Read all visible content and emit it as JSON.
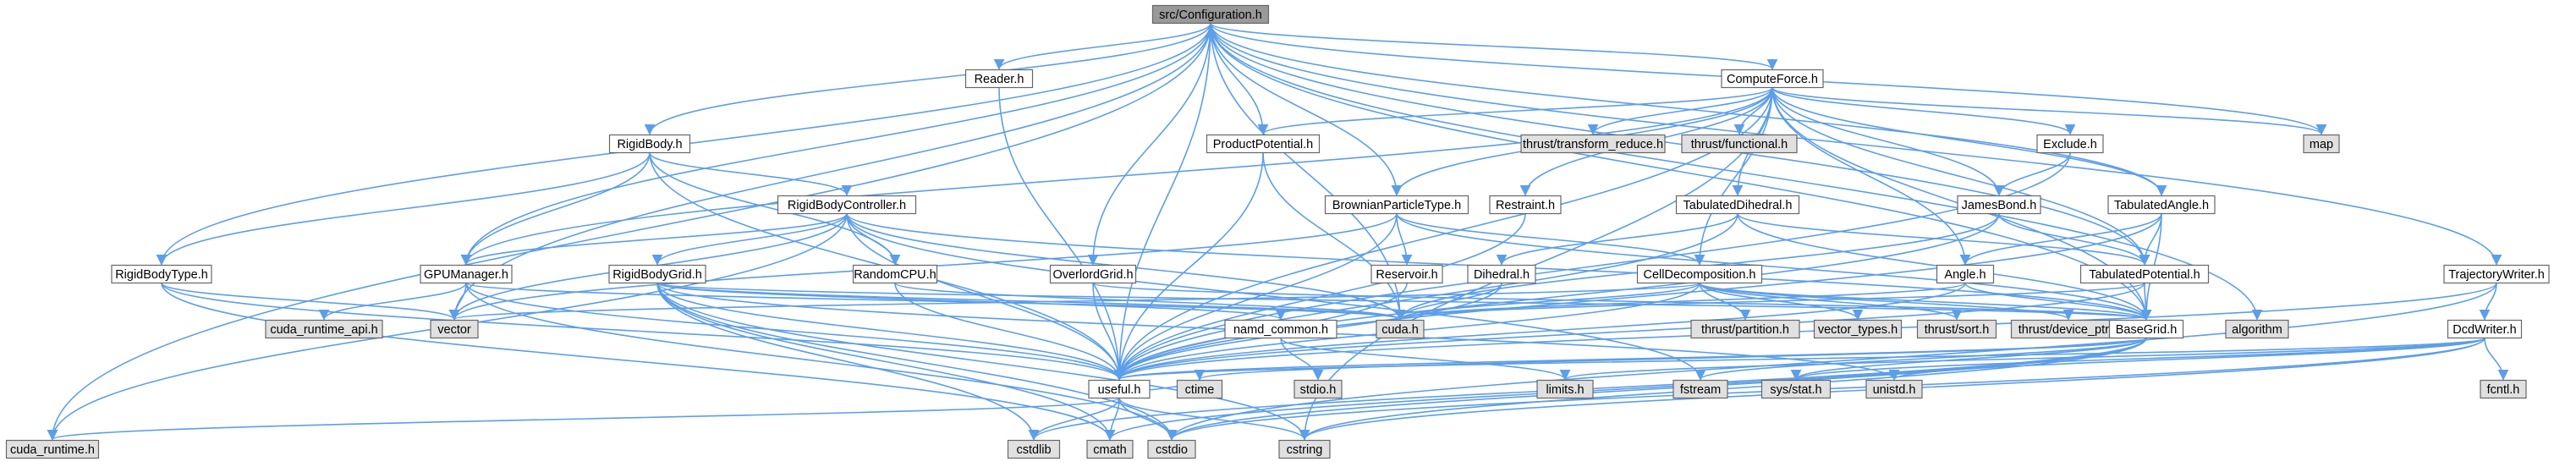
{
  "title": "src/Configuration.h",
  "colors": {
    "root_fill": "#999999",
    "documented_fill": "#ffffff",
    "external_fill": "#e0e0e0",
    "node_border": "#666666",
    "edge": "#5d9ee8"
  },
  "nodes": [
    {
      "id": "config",
      "label": "src/Configuration.h",
      "kind": "root"
    },
    {
      "id": "reader",
      "label": "Reader.h",
      "kind": "documented"
    },
    {
      "id": "computeforce",
      "label": "ComputeForce.h",
      "kind": "documented"
    },
    {
      "id": "rigidbody",
      "label": "RigidBody.h",
      "kind": "documented"
    },
    {
      "id": "productpotential",
      "label": "ProductPotential.h",
      "kind": "documented"
    },
    {
      "id": "thrust_transform_reduce",
      "label": "thrust/transform_reduce.h",
      "kind": "external"
    },
    {
      "id": "thrust_functional",
      "label": "thrust/functional.h",
      "kind": "external"
    },
    {
      "id": "exclude",
      "label": "Exclude.h",
      "kind": "documented"
    },
    {
      "id": "map",
      "label": "map",
      "kind": "external"
    },
    {
      "id": "rigidbodycontroller",
      "label": "RigidBodyController.h",
      "kind": "documented"
    },
    {
      "id": "brownianparticletype",
      "label": "BrownianParticleType.h",
      "kind": "documented"
    },
    {
      "id": "restraint",
      "label": "Restraint.h",
      "kind": "documented"
    },
    {
      "id": "tabulateddihedral",
      "label": "TabulatedDihedral.h",
      "kind": "documented"
    },
    {
      "id": "jamesbond",
      "label": "JamesBond.h",
      "kind": "documented"
    },
    {
      "id": "tabulatedangle",
      "label": "TabulatedAngle.h",
      "kind": "documented"
    },
    {
      "id": "rigidbodytype",
      "label": "RigidBodyType.h",
      "kind": "documented"
    },
    {
      "id": "gpumanager",
      "label": "GPUManager.h",
      "kind": "documented"
    },
    {
      "id": "rigidbodygrid",
      "label": "RigidBodyGrid.h",
      "kind": "documented"
    },
    {
      "id": "randomcpu",
      "label": "RandomCPU.h",
      "kind": "documented"
    },
    {
      "id": "overlordgrid",
      "label": "OverlordGrid.h",
      "kind": "documented"
    },
    {
      "id": "reservoir",
      "label": "Reservoir.h",
      "kind": "documented"
    },
    {
      "id": "dihedral",
      "label": "Dihedral.h",
      "kind": "documented"
    },
    {
      "id": "celldecomposition",
      "label": "CellDecomposition.h",
      "kind": "documented"
    },
    {
      "id": "angle",
      "label": "Angle.h",
      "kind": "documented"
    },
    {
      "id": "tabulatedpotential",
      "label": "TabulatedPotential.h",
      "kind": "documented"
    },
    {
      "id": "trajectorywriter",
      "label": "TrajectoryWriter.h",
      "kind": "documented"
    },
    {
      "id": "cuda_runtime_api",
      "label": "cuda_runtime_api.h",
      "kind": "external"
    },
    {
      "id": "vector",
      "label": "vector",
      "kind": "external"
    },
    {
      "id": "cuda",
      "label": "cuda.h",
      "kind": "external"
    },
    {
      "id": "thrust_partition",
      "label": "thrust/partition.h",
      "kind": "external"
    },
    {
      "id": "vector_types",
      "label": "vector_types.h",
      "kind": "external"
    },
    {
      "id": "thrust_sort",
      "label": "thrust/sort.h",
      "kind": "external"
    },
    {
      "id": "thrust_device_ptr",
      "label": "thrust/device_ptr.h",
      "kind": "external"
    },
    {
      "id": "algorithm",
      "label": "algorithm",
      "kind": "external"
    },
    {
      "id": "dcdwriter",
      "label": "DcdWriter.h",
      "kind": "documented"
    },
    {
      "id": "namd_common",
      "label": "namd_common.h",
      "kind": "documented"
    },
    {
      "id": "basegrid",
      "label": "BaseGrid.h",
      "kind": "documented"
    },
    {
      "id": "useful",
      "label": "useful.h",
      "kind": "documented"
    },
    {
      "id": "ctime",
      "label": "ctime",
      "kind": "external"
    },
    {
      "id": "stdio_h",
      "label": "stdio.h",
      "kind": "external"
    },
    {
      "id": "limits",
      "label": "limits.h",
      "kind": "external"
    },
    {
      "id": "fstream",
      "label": "fstream",
      "kind": "external"
    },
    {
      "id": "sys_stat",
      "label": "sys/stat.h",
      "kind": "external"
    },
    {
      "id": "unistd",
      "label": "unistd.h",
      "kind": "external"
    },
    {
      "id": "fcntl",
      "label": "fcntl.h",
      "kind": "external"
    },
    {
      "id": "cuda_runtime",
      "label": "cuda_runtime.h",
      "kind": "external"
    },
    {
      "id": "cstdlib",
      "label": "cstdlib",
      "kind": "external"
    },
    {
      "id": "cmath",
      "label": "cmath",
      "kind": "external"
    },
    {
      "id": "cstdio",
      "label": "cstdio",
      "kind": "external"
    },
    {
      "id": "cstring",
      "label": "cstring",
      "kind": "external"
    }
  ],
  "edges": [
    [
      "config",
      "reader"
    ],
    [
      "config",
      "computeforce"
    ],
    [
      "config",
      "rigidbody"
    ],
    [
      "config",
      "productpotential"
    ],
    [
      "config",
      "map"
    ],
    [
      "config",
      "brownianparticletype"
    ],
    [
      "config",
      "tabulatedangle"
    ],
    [
      "config",
      "tabulatedpotential"
    ],
    [
      "config",
      "trajectorywriter"
    ],
    [
      "config",
      "rigidbodytype"
    ],
    [
      "config",
      "gpumanager"
    ],
    [
      "config",
      "overlordgrid"
    ],
    [
      "config",
      "vector"
    ],
    [
      "config",
      "cuda"
    ],
    [
      "config",
      "algorithm"
    ],
    [
      "config",
      "basegrid"
    ],
    [
      "config",
      "useful"
    ],
    [
      "config",
      "cuda_runtime"
    ],
    [
      "reader",
      "useful"
    ],
    [
      "computeforce",
      "productpotential"
    ],
    [
      "computeforce",
      "thrust_transform_reduce"
    ],
    [
      "computeforce",
      "thrust_functional"
    ],
    [
      "computeforce",
      "exclude"
    ],
    [
      "computeforce",
      "map"
    ],
    [
      "computeforce",
      "brownianparticletype"
    ],
    [
      "computeforce",
      "restraint"
    ],
    [
      "computeforce",
      "tabulateddihedral"
    ],
    [
      "computeforce",
      "jamesbond"
    ],
    [
      "computeforce",
      "tabulatedangle"
    ],
    [
      "computeforce",
      "gpumanager"
    ],
    [
      "computeforce",
      "celldecomposition"
    ],
    [
      "computeforce",
      "angle"
    ],
    [
      "computeforce",
      "tabulatedpotential"
    ],
    [
      "computeforce",
      "basegrid"
    ],
    [
      "computeforce",
      "useful"
    ],
    [
      "computeforce",
      "cstring"
    ],
    [
      "rigidbody",
      "rigidbodycontroller"
    ],
    [
      "rigidbody",
      "rigidbodytype"
    ],
    [
      "rigidbody",
      "gpumanager"
    ],
    [
      "rigidbody",
      "randomcpu"
    ],
    [
      "rigidbody",
      "useful"
    ],
    [
      "productpotential",
      "cuda"
    ],
    [
      "productpotential",
      "useful"
    ],
    [
      "exclude",
      "jamesbond"
    ],
    [
      "exclude",
      "useful"
    ],
    [
      "rigidbodycontroller",
      "gpumanager"
    ],
    [
      "rigidbodycontroller",
      "rigidbodygrid"
    ],
    [
      "rigidbodycontroller",
      "randomcpu"
    ],
    [
      "rigidbodycontroller",
      "vector"
    ],
    [
      "rigidbodycontroller",
      "cuda"
    ],
    [
      "rigidbodycontroller",
      "useful"
    ],
    [
      "rigidbodycontroller",
      "fstream"
    ],
    [
      "rigidbodycontroller",
      "basegrid"
    ],
    [
      "rigidbodycontroller",
      "cuda_runtime"
    ],
    [
      "brownianparticletype",
      "reservoir"
    ],
    [
      "brownianparticletype",
      "celldecomposition"
    ],
    [
      "brownianparticletype",
      "basegrid"
    ],
    [
      "brownianparticletype",
      "useful"
    ],
    [
      "brownianparticletype",
      "vector"
    ],
    [
      "restraint",
      "useful"
    ],
    [
      "tabulateddihedral",
      "dihedral"
    ],
    [
      "tabulateddihedral",
      "tabulatedpotential"
    ],
    [
      "tabulateddihedral",
      "basegrid"
    ],
    [
      "tabulateddihedral",
      "useful"
    ],
    [
      "jamesbond",
      "tabulatedpotential"
    ],
    [
      "jamesbond",
      "cuda"
    ],
    [
      "jamesbond",
      "useful"
    ],
    [
      "tabulatedangle",
      "angle"
    ],
    [
      "tabulatedangle",
      "tabulatedpotential"
    ],
    [
      "tabulatedangle",
      "basegrid"
    ],
    [
      "tabulatedangle",
      "useful"
    ],
    [
      "rigidbodytype",
      "vector"
    ],
    [
      "rigidbodytype",
      "useful"
    ],
    [
      "rigidbodytype",
      "cmath"
    ],
    [
      "gpumanager",
      "cuda_runtime_api"
    ],
    [
      "gpumanager",
      "vector"
    ],
    [
      "gpumanager",
      "cuda"
    ],
    [
      "gpumanager",
      "useful"
    ],
    [
      "gpumanager",
      "cstdio"
    ],
    [
      "rigidbodygrid",
      "namd_common"
    ],
    [
      "rigidbodygrid",
      "basegrid"
    ],
    [
      "rigidbodygrid",
      "useful"
    ],
    [
      "rigidbodygrid",
      "cuda"
    ],
    [
      "rigidbodygrid",
      "cstdlib"
    ],
    [
      "rigidbodygrid",
      "cmath"
    ],
    [
      "rigidbodygrid",
      "cstdio"
    ],
    [
      "rigidbodygrid",
      "cstring"
    ],
    [
      "rigidbodygrid",
      "unistd"
    ],
    [
      "randomcpu",
      "useful"
    ],
    [
      "randomcpu",
      "cuda"
    ],
    [
      "overlordgrid",
      "basegrid"
    ],
    [
      "overlordgrid",
      "useful"
    ],
    [
      "reservoir",
      "useful"
    ],
    [
      "dihedral",
      "useful"
    ],
    [
      "dihedral",
      "cuda"
    ],
    [
      "celldecomposition",
      "cuda"
    ],
    [
      "celldecomposition",
      "thrust_partition"
    ],
    [
      "celldecomposition",
      "vector_types"
    ],
    [
      "celldecomposition",
      "thrust_sort"
    ],
    [
      "celldecomposition",
      "thrust_device_ptr"
    ],
    [
      "celldecomposition",
      "basegrid"
    ],
    [
      "celldecomposition",
      "useful"
    ],
    [
      "celldecomposition",
      "vector"
    ],
    [
      "angle",
      "useful"
    ],
    [
      "angle",
      "cuda"
    ],
    [
      "angle",
      "basegrid"
    ],
    [
      "tabulatedpotential",
      "basegrid"
    ],
    [
      "tabulatedpotential",
      "useful"
    ],
    [
      "tabulatedpotential",
      "cuda"
    ],
    [
      "trajectorywriter",
      "dcdwriter"
    ],
    [
      "trajectorywriter",
      "useful"
    ],
    [
      "trajectorywriter",
      "cstdio"
    ],
    [
      "dcdwriter",
      "fcntl"
    ],
    [
      "dcdwriter",
      "sys_stat"
    ],
    [
      "dcdwriter",
      "unistd"
    ],
    [
      "dcdwriter",
      "cstdio"
    ],
    [
      "dcdwriter",
      "cstring"
    ],
    [
      "dcdwriter",
      "useful"
    ],
    [
      "dcdwriter",
      "limits"
    ],
    [
      "namd_common",
      "stdio_h"
    ],
    [
      "namd_common",
      "limits"
    ],
    [
      "basegrid",
      "useful"
    ],
    [
      "basegrid",
      "ctime"
    ],
    [
      "basegrid",
      "fstream"
    ],
    [
      "basegrid",
      "sys_stat"
    ],
    [
      "basegrid",
      "cstring"
    ],
    [
      "basegrid",
      "cmath"
    ],
    [
      "basegrid",
      "cstdio"
    ],
    [
      "basegrid",
      "cstdlib"
    ],
    [
      "useful",
      "cstdlib"
    ],
    [
      "useful",
      "cmath"
    ],
    [
      "useful",
      "cstdio"
    ],
    [
      "useful",
      "cstring"
    ],
    [
      "useful",
      "cuda_runtime"
    ],
    [
      "useful",
      "ctime"
    ]
  ]
}
